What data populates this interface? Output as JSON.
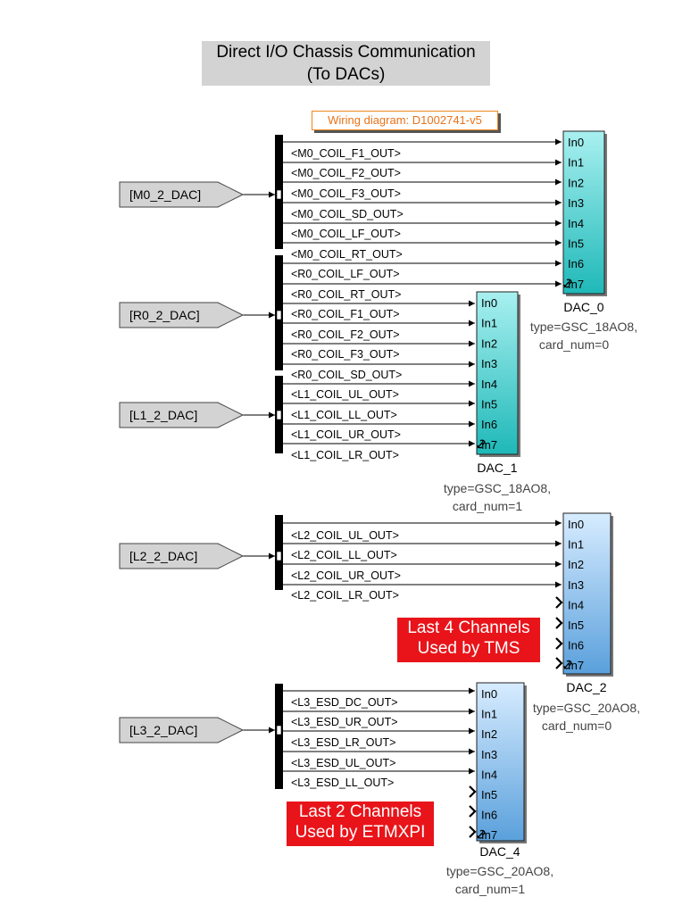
{
  "title": {
    "line1": "Direct I/O Chassis Communication",
    "line2": "(To DACs)"
  },
  "wiring_diagram": "Wiring diagram: D1002741-v5",
  "port_labels": [
    "In0",
    "In1",
    "In2",
    "In3",
    "In4",
    "In5",
    "In6",
    "In7"
  ],
  "goto_tags": [
    "[M0_2_DAC]",
    "[R0_2_DAC]",
    "[L1_2_DAC]",
    "[L2_2_DAC]",
    "[L3_2_DAC]"
  ],
  "signals": {
    "m0": [
      "<M0_COIL_F1_OUT>",
      "<M0_COIL_F2_OUT>",
      "<M0_COIL_F3_OUT>",
      "<M0_COIL_SD_OUT>",
      "<M0_COIL_LF_OUT>",
      "<M0_COIL_RT_OUT>"
    ],
    "r0": [
      "<R0_COIL_LF_OUT>",
      "<R0_COIL_RT_OUT>",
      "<R0_COIL_F1_OUT>",
      "<R0_COIL_F2_OUT>",
      "<R0_COIL_F3_OUT>",
      "<R0_COIL_SD_OUT>"
    ],
    "l1": [
      "<L1_COIL_UL_OUT>",
      "<L1_COIL_LL_OUT>",
      "<L1_COIL_UR_OUT>",
      "<L1_COIL_LR_OUT>"
    ],
    "l2": [
      "<L2_COIL_UL_OUT>",
      "<L2_COIL_LL_OUT>",
      "<L2_COIL_UR_OUT>",
      "<L2_COIL_LR_OUT>"
    ],
    "l3": [
      "<L3_ESD_DC_OUT>",
      "<L3_ESD_UR_OUT>",
      "<L3_ESD_LR_OUT>",
      "<L3_ESD_UL_OUT>",
      "<L3_ESD_LL_OUT>"
    ]
  },
  "dacs": [
    {
      "name": "DAC_0",
      "type": "type=GSC_18AO8,",
      "card": "card_num=0",
      "color": "teal"
    },
    {
      "name": "DAC_1",
      "type": "type=GSC_18AO8,",
      "card": "card_num=1",
      "color": "teal"
    },
    {
      "name": "DAC_2",
      "type": "type=GSC_20AO8,",
      "card": "card_num=0",
      "color": "blue"
    },
    {
      "name": "DAC_4",
      "type": "type=GSC_20AO8,",
      "card": "card_num=1",
      "color": "blue"
    }
  ],
  "notes": {
    "tms": {
      "line1": "Last 4 Channels",
      "line2": "Used by TMS"
    },
    "etmxpi": {
      "line1": "Last 2 Channels",
      "line2": "Used by ETMXPI"
    }
  },
  "colors": {
    "note_red": "#e8141a",
    "teal_top": "#a9f0f0",
    "teal_bottom": "#1fb8b8",
    "blue_top": "#d7ecff",
    "blue_bottom": "#5aa0dc",
    "goto_fill": "#d3d3d3",
    "wiring_orange": "#f0861f"
  }
}
